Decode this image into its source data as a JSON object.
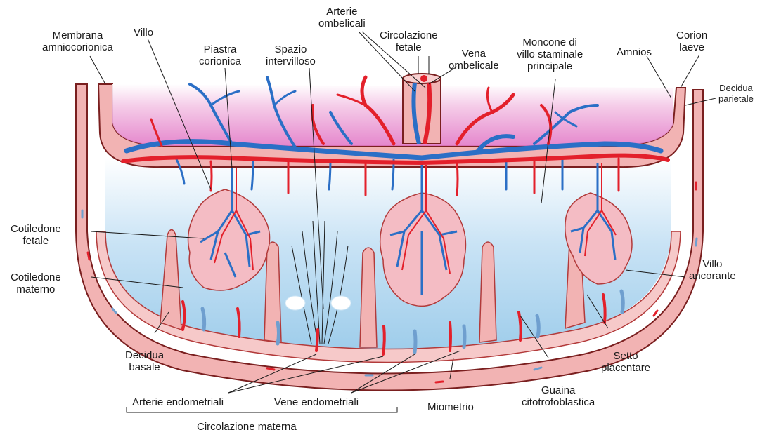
{
  "labels": {
    "membrana": "Membrana\namniocorionica",
    "villo": "Villo",
    "piastra": "Piastra\ncorionica",
    "spazio": "Spazio\nintervilloso",
    "arterie_ombelicali": "Arterie\nombelicali",
    "circolazione_fetale": "Circolazione\nfetale",
    "vena_ombelicale": "Vena\nombelicale",
    "moncone": "Moncone di\nvillo staminale\nprincipale",
    "amnios": "Amnios",
    "corion": "Corion\nlaeve",
    "decidua_parietale": "Decidua\nparietale",
    "cotiledone_fetale": "Cotiledone\nfetale",
    "cotiledone_materno": "Cotiledone\nmaterno",
    "villo_ancorante": "Villo\nancorante",
    "decidua_basale": "Decidua\nbasale",
    "setto": "Setto\nplacentare",
    "guaina": "Guaina\ncitotrofoblastica",
    "miometrio": "Miometrio",
    "arterie_endometriali": "Arterie endometriali",
    "vene_endometriali": "Vene endometriali",
    "circolazione_materna": "Circolazione materna"
  },
  "colors": {
    "artery": "#e3202b",
    "vein": "#2b6fc6",
    "tissue": "#f2b3b3",
    "tissue_dark": "#d9534f",
    "chorion_top": "#e27ac7",
    "blood_space": "#bcdcf3",
    "outline": "#7a1f1f"
  }
}
